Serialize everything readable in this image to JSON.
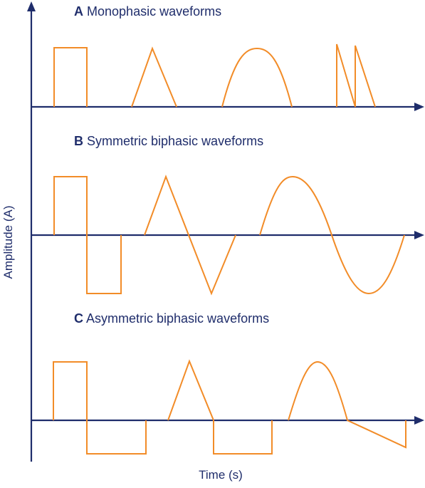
{
  "colors": {
    "axis": "#1f2d6b",
    "wave": "#f28c28"
  },
  "axis_labels": {
    "y": "Amplitude (A)",
    "x": "Time (s)"
  },
  "panels": [
    {
      "letter": "A",
      "title": "Monophasic waveforms"
    },
    {
      "letter": "B",
      "title": "Symmetric biphasic waveforms"
    },
    {
      "letter": "C",
      "title": "Asymmetric biphasic waveforms"
    }
  ]
}
